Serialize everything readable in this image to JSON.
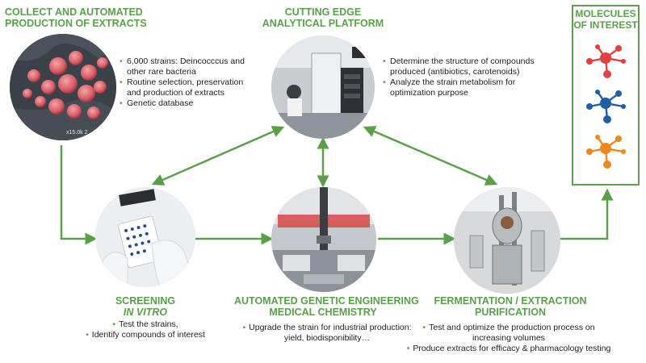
{
  "collect": {
    "title_line1": "COLLECT AND AUTOMATED",
    "title_line2": "PRODUCTION OF EXTRACTS",
    "bullets": [
      "6,000 strains: Deincocccus and other rare bacteria",
      "Routine selection, preservation and production of extracts",
      "Genetic database"
    ],
    "scale_label": "x15.0k  2"
  },
  "analytical": {
    "title_line1": "CUTTING EDGE",
    "title_line2": "ANALYTICAL PLATFORM",
    "bullets": [
      "Determine the structure of compounds produced (antibiotics, carotenoids)",
      "Analyze the strain metabolism for optimization purpose"
    ]
  },
  "molecules": {
    "title_line1": "MOLECULES",
    "title_line2": "OF INTEREST",
    "colors": [
      "#e0413f",
      "#1f5fa8",
      "#f0861e"
    ]
  },
  "screening": {
    "title_line1": "SCREENING",
    "title_line2": "IN VITRO",
    "bullets": [
      "Test the strains,",
      "Identify compounds of interest"
    ]
  },
  "engineering": {
    "title_line1": "AUTOMATED GENETIC ENGINEERING",
    "title_line2": "MEDICAL CHEMISTRY",
    "bullets": [
      "Upgrade the strain for industrial production: yield, biodisponibility…"
    ]
  },
  "fermentation": {
    "title_line1": "FERMENTATION / EXTRACTION",
    "title_line2": "PURIFICATION",
    "bullets": [
      "Test and optimize the production process on increasing volumes",
      "Produce extracts for efficacy & pharmacology testing"
    ]
  },
  "colors": {
    "accent": "#5aa04a"
  }
}
